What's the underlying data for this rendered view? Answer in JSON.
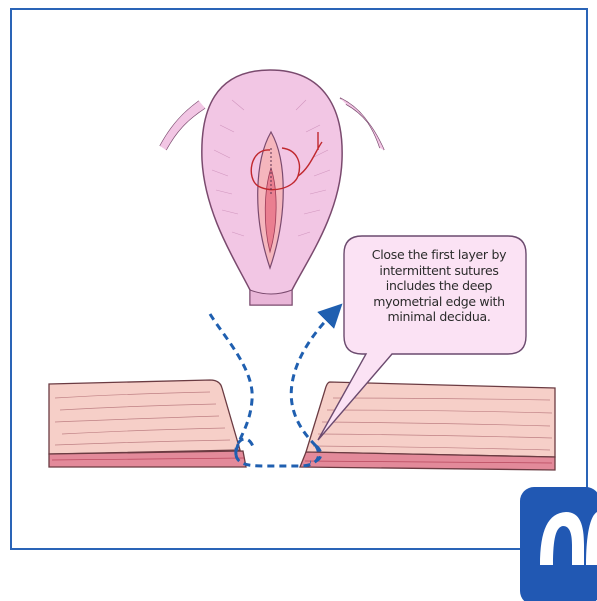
{
  "callout": {
    "lines": [
      "Close the first layer by",
      "intermittent sutures",
      "includes the deep",
      "myometrial edge with",
      "minimal decidua."
    ]
  },
  "logo": {
    "text": "MEDICAL V"
  },
  "colors": {
    "frame": "#2a64b7",
    "uterus": "#f2c6e4",
    "uterus_outline": "#7a4a6e",
    "muscle": "#f6cfc8",
    "decidua": "#e38a9a",
    "arrow": "#1f5fb0",
    "callout_fill": "#fbe2f4",
    "logo_bg": "#2158b3",
    "suture": "#c0282e"
  }
}
